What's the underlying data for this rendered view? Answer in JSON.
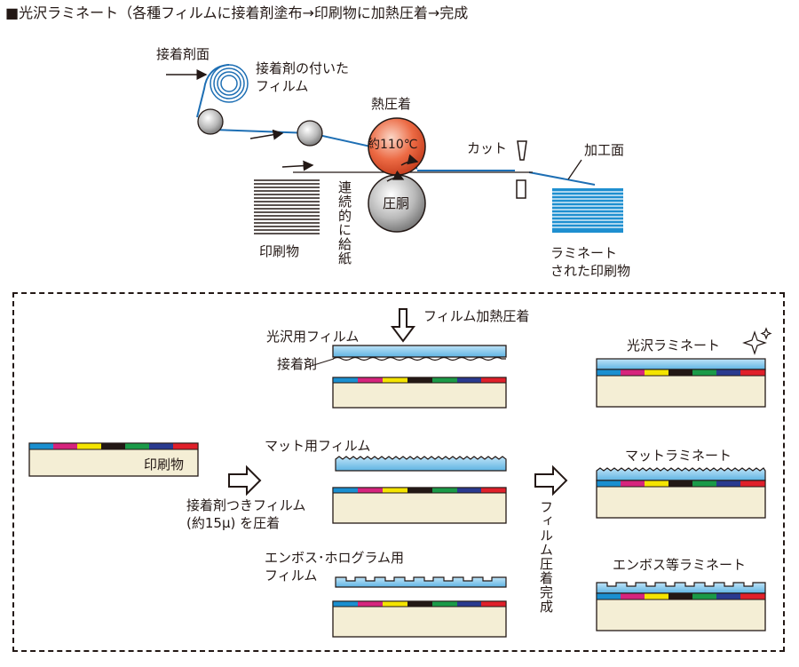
{
  "title": "■光沢ラミネート（各種フィルムに接着剤塗布→印刷物に加熱圧着→完成",
  "process": {
    "adhesive_face": "接着剤面",
    "film_with_adhesive": [
      "接着剤の付いた",
      "フィルム"
    ],
    "thermocompression": "熱圧着",
    "temperature": "約110℃",
    "pressure_drum": "圧胴",
    "continuous_feed": "連続的に給紙",
    "printed_matter": "印刷物",
    "cut": "カット",
    "processed_face": "加工面",
    "laminated_result": [
      "ラミネート",
      "された印刷物"
    ]
  },
  "detail": {
    "film_heat_press": "フィルム加熱圧着",
    "gloss_film": "光沢用フィルム",
    "adhesive": "接着剤",
    "printed_sample": "印刷物",
    "press_note": [
      "接着剤つきフィルム",
      "(約15μ) を圧着"
    ],
    "matte_film": "マット用フィルム",
    "emboss_film": [
      "エンボス･ホログラム用",
      "フィルム"
    ],
    "press_complete": "フィルム圧着完成",
    "gloss_laminate": "光沢ラミネート",
    "matte_laminate": "マットラミネート",
    "emboss_laminate": "エンボス等ラミネート"
  },
  "colors": {
    "film_blue": "#1e6fb4",
    "roller_red": "#e8522c",
    "paper": "#f4eed5",
    "ink_bar": [
      "#1a8fd0",
      "#d6247d",
      "#f4e400",
      "#231815",
      "#1a9a48",
      "#2a3a8f",
      "#e0202a"
    ]
  }
}
